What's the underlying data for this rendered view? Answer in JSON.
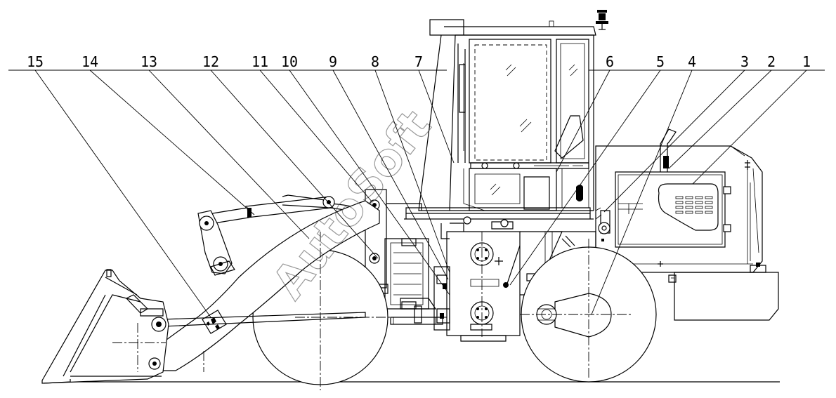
{
  "watermark": "AutoSoft",
  "callouts": [
    {
      "num": "1"
    },
    {
      "num": "2"
    },
    {
      "num": "3"
    },
    {
      "num": "4"
    },
    {
      "num": "5"
    },
    {
      "num": "6"
    },
    {
      "num": "7"
    },
    {
      "num": "8"
    },
    {
      "num": "9"
    },
    {
      "num": "10"
    },
    {
      "num": "11"
    },
    {
      "num": "12"
    },
    {
      "num": "13"
    },
    {
      "num": "14"
    },
    {
      "num": "15"
    }
  ]
}
